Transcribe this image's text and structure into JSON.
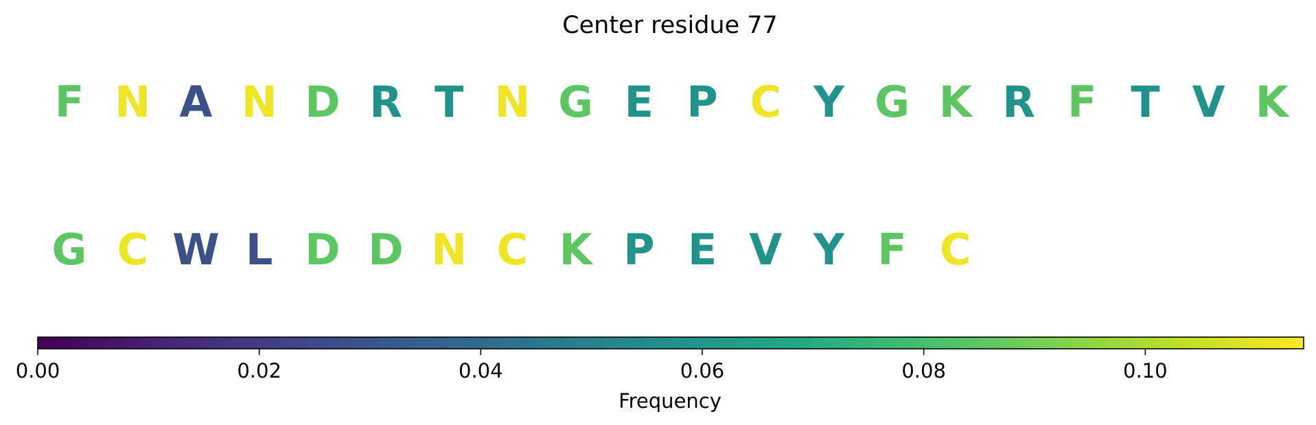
{
  "chart_data": {
    "type": "heatmap",
    "title": "Center residue 77",
    "sequence_rows": [
      [
        {
          "residue": "F",
          "frequency": 0.085
        },
        {
          "residue": "N",
          "frequency": 0.112
        },
        {
          "residue": "A",
          "frequency": 0.028
        },
        {
          "residue": "N",
          "frequency": 0.112
        },
        {
          "residue": "D",
          "frequency": 0.085
        },
        {
          "residue": "R",
          "frequency": 0.058
        },
        {
          "residue": "T",
          "frequency": 0.058
        },
        {
          "residue": "N",
          "frequency": 0.112
        },
        {
          "residue": "G",
          "frequency": 0.085
        },
        {
          "residue": "E",
          "frequency": 0.058
        },
        {
          "residue": "P",
          "frequency": 0.058
        },
        {
          "residue": "C",
          "frequency": 0.112
        },
        {
          "residue": "Y",
          "frequency": 0.058
        },
        {
          "residue": "G",
          "frequency": 0.085
        },
        {
          "residue": "K",
          "frequency": 0.085
        },
        {
          "residue": "R",
          "frequency": 0.058
        },
        {
          "residue": "F",
          "frequency": 0.085
        },
        {
          "residue": "T",
          "frequency": 0.058
        },
        {
          "residue": "V",
          "frequency": 0.058
        },
        {
          "residue": "K",
          "frequency": 0.085
        }
      ],
      [
        {
          "residue": "G",
          "frequency": 0.085
        },
        {
          "residue": "C",
          "frequency": 0.112
        },
        {
          "residue": "W",
          "frequency": 0.028
        },
        {
          "residue": "L",
          "frequency": 0.028
        },
        {
          "residue": "D",
          "frequency": 0.085
        },
        {
          "residue": "D",
          "frequency": 0.085
        },
        {
          "residue": "N",
          "frequency": 0.112
        },
        {
          "residue": "C",
          "frequency": 0.112
        },
        {
          "residue": "K",
          "frequency": 0.085
        },
        {
          "residue": "P",
          "frequency": 0.058
        },
        {
          "residue": "E",
          "frequency": 0.058
        },
        {
          "residue": "V",
          "frequency": 0.058
        },
        {
          "residue": "Y",
          "frequency": 0.058
        },
        {
          "residue": "F",
          "frequency": 0.085
        },
        {
          "residue": "C",
          "frequency": 0.112
        }
      ]
    ],
    "colorbar": {
      "colormap": "viridis",
      "label": "Frequency",
      "range": [
        0,
        0.1143
      ],
      "ticks": [
        0.0,
        0.02,
        0.04,
        0.06,
        0.08,
        0.1
      ],
      "tick_labels": [
        "0.00",
        "0.02",
        "0.04",
        "0.06",
        "0.08",
        "0.10"
      ],
      "orientation": "horizontal"
    },
    "grid": false
  }
}
